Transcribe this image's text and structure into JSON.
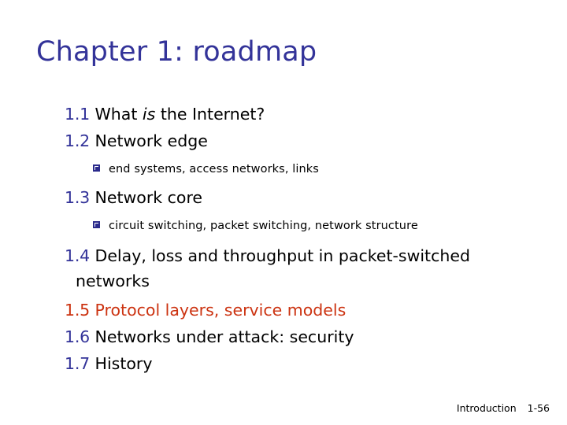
{
  "slide": {
    "title": "Chapter 1: roadmap",
    "title_color": "#333399",
    "background_color": "#ffffff",
    "body_color": "#000000",
    "number_color": "#333399",
    "highlight_color": "#CC3311",
    "bullet_color": "#2B2B8C",
    "bullet_glyph": "hollow-square-bullet"
  },
  "items": [
    {
      "level": 1,
      "number": "1.1",
      "text_before": " What ",
      "text_italic": "is",
      "text_after": " the Internet?",
      "highlighted": false
    },
    {
      "level": 1,
      "number": "1.2",
      "text": " Network edge",
      "highlighted": false
    },
    {
      "level": 2,
      "text": "end systems, access networks, links"
    },
    {
      "level": 1,
      "number": "1.3",
      "text": " Network core",
      "highlighted": false
    },
    {
      "level": 2,
      "text": "circuit switching, packet switching, network structure"
    },
    {
      "level": 1,
      "number": "1.4",
      "text": " Delay, loss and throughput in packet-switched",
      "continuation": "networks",
      "highlighted": false
    },
    {
      "level": 1,
      "number": "1.5",
      "text": " Protocol layers, service models",
      "highlighted": true
    },
    {
      "level": 1,
      "number": "1.6",
      "text": " Networks under attack: security",
      "highlighted": false
    },
    {
      "level": 1,
      "number": "1.7",
      "text": " History",
      "highlighted": false
    }
  ],
  "footer": {
    "label": "Introduction",
    "page": "1-56"
  }
}
